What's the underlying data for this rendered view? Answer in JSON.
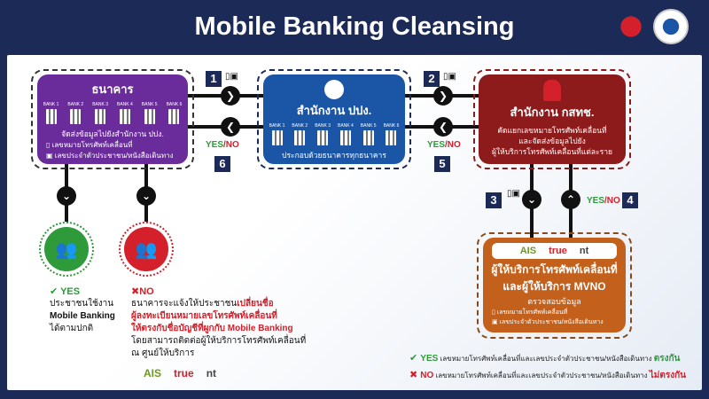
{
  "title": "Mobile Banking Cleansing",
  "logos": [
    "garuda-emblem",
    "police-emblem"
  ],
  "bank_box": {
    "title": "ธนาคาร",
    "banks": [
      "BANK 1",
      "BANK 2",
      "BANK 3",
      "BANK 4",
      "BANK 5",
      "BANK 6"
    ],
    "subtitle": "จัดส่งข้อมูลไปยังสำนักงาน ปปง.",
    "items": [
      "เลขหมายโทรศัพท์เคลื่อนที่",
      "เลขประจำตัวประชาชน/หนังสือเดินทาง"
    ]
  },
  "amlo_box": {
    "title": "สำนักงาน ปปง.",
    "banks": [
      "BANK 1",
      "BANK 2",
      "BANK 3",
      "BANK 4",
      "BANK 5",
      "BANK 6"
    ],
    "subtitle": "ประกอบด้วยธนาคารทุกธนาคาร"
  },
  "nbtc_box": {
    "title": "สำนักงาน กสทช.",
    "lines": [
      "คัดแยกเลขหมายโทรศัพท์เคลื่อนที่",
      "และจัดส่งข้อมูลไปยัง",
      "ผู้ให้บริการโทรศัพท์เคลื่อนที่แต่ละราย"
    ]
  },
  "operator_box": {
    "operators": [
      "AIS",
      "true",
      "nt"
    ],
    "title_line1": "ผู้ให้บริการโทรศัพท์เคลื่อนที่",
    "title_line2": "และผู้ให้บริการ MVNO",
    "subtitle": "ตรวจสอบข้อมูล",
    "items": [
      "เลขหมายโทรศัพท์เคลื่อนที่",
      "เลขประจำตัวประชาชน/หนังสือเดินทาง"
    ]
  },
  "steps": [
    "1",
    "2",
    "3",
    "4",
    "5",
    "6"
  ],
  "yes": "YES",
  "no": "NO",
  "slash": "/",
  "yes_result": {
    "label": "YES",
    "lines": [
      "ประชาชนใช้งาน",
      "Mobile Banking",
      "ได้ตามปกติ"
    ]
  },
  "no_result": {
    "label": "NO",
    "line1a": "ธนาคารจะแจ้งให้ประชาชน",
    "line1b": "เปลี่ยนชื่อ",
    "line2": "ผู้ลงทะเบียนหมายเลขโทรศัพท์เคลื่อนที่",
    "line3": "ให้ตรงกับชื่อบัญชีที่ผูกกับ Mobile Banking",
    "line4": "โดยสามารถติดต่อผู้ให้บริการโทรศัพท์เคลื่อนที่",
    "line5": "ณ ศูนย์ให้บริการ",
    "operators": [
      "AIS",
      "true",
      "nt"
    ]
  },
  "legend": {
    "yes_text": "เลขหมายโทรศัพท์เคลื่อนที่และเลขประจำตัวประชาชน/หนังสือเดินทาง",
    "yes_result": "ตรงกัน",
    "no_text": "เลขหมายโทรศัพท์เคลื่อนที่และเลขประจำตัวประชาชน/หนังสือเดินทาง",
    "no_result": "ไม่ตรงกัน"
  },
  "colors": {
    "navy": "#1c2a58",
    "purple": "#6b2c9b",
    "blue": "#1b56a6",
    "red": "#8d1b1b",
    "orange": "#c2601c",
    "green": "#2e9a3a",
    "alert": "#d4202a"
  }
}
